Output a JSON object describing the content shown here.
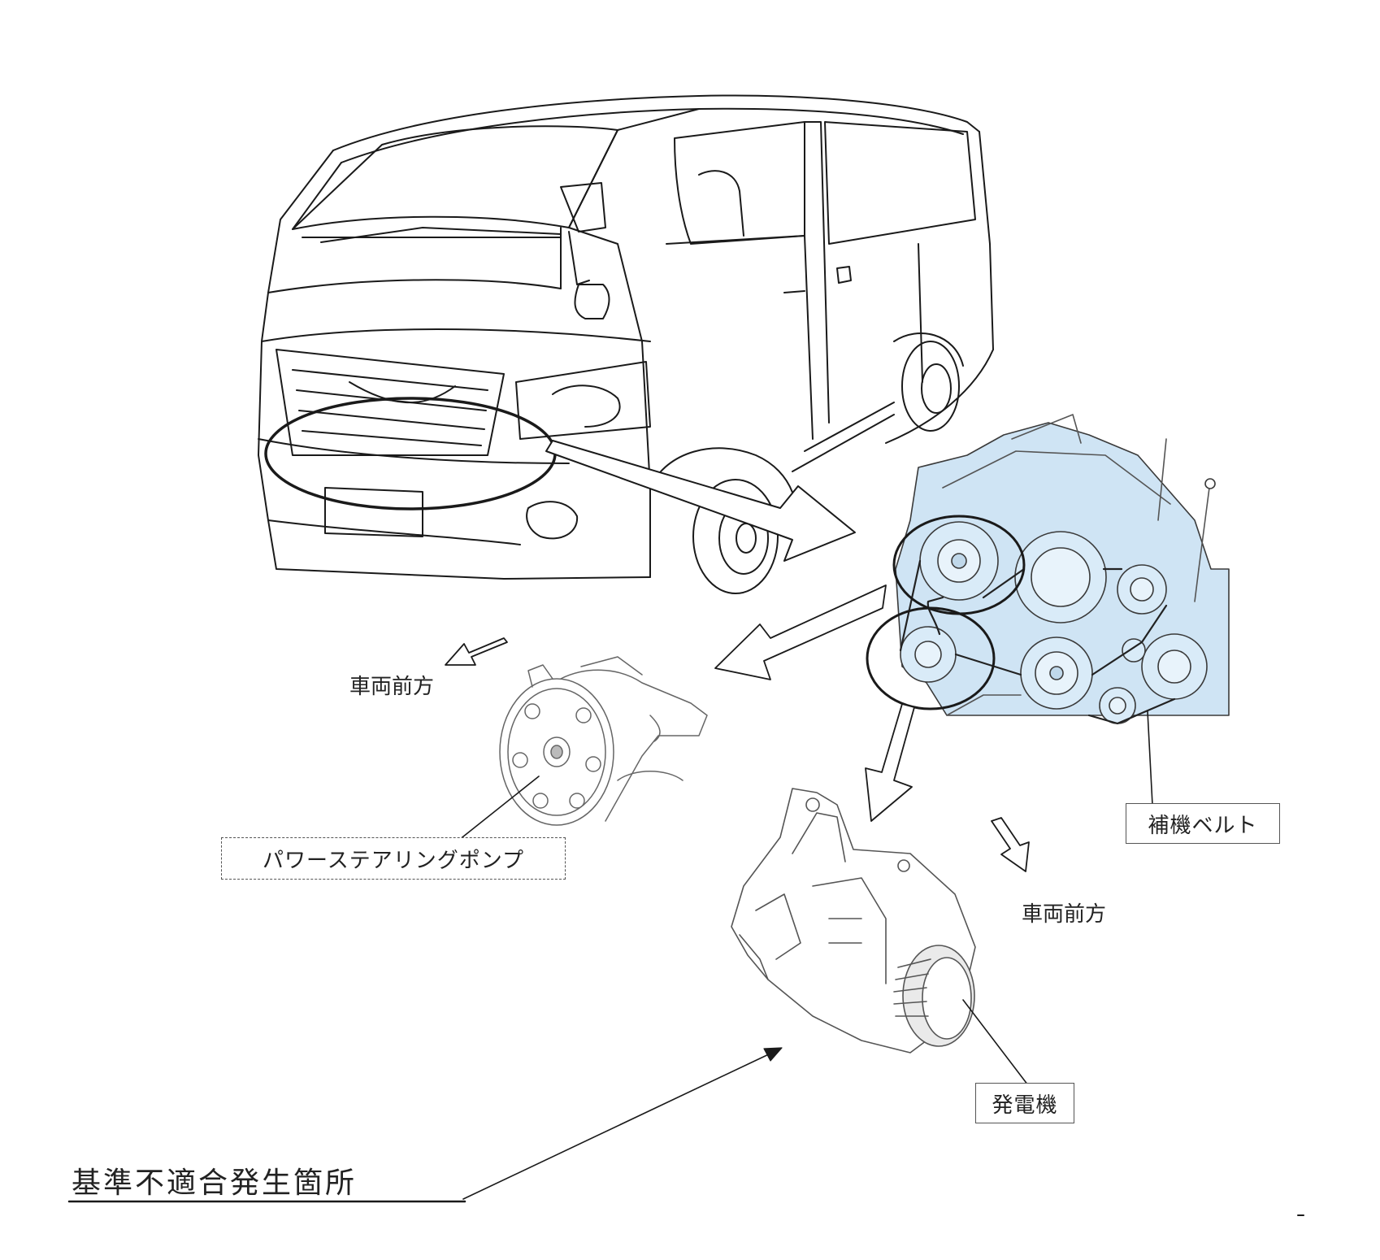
{
  "labels": {
    "front_left": "車両前方",
    "front_right": "車両前方",
    "belt": "補機ベルト",
    "pump": "パワーステアリングポンプ",
    "alternator": "発電機",
    "defect": "基準不適合発生箇所"
  },
  "colors": {
    "line": "#1a1a1a",
    "engine_fill": "#cfe4f4",
    "engine_stroke": "#3a3a3a"
  }
}
